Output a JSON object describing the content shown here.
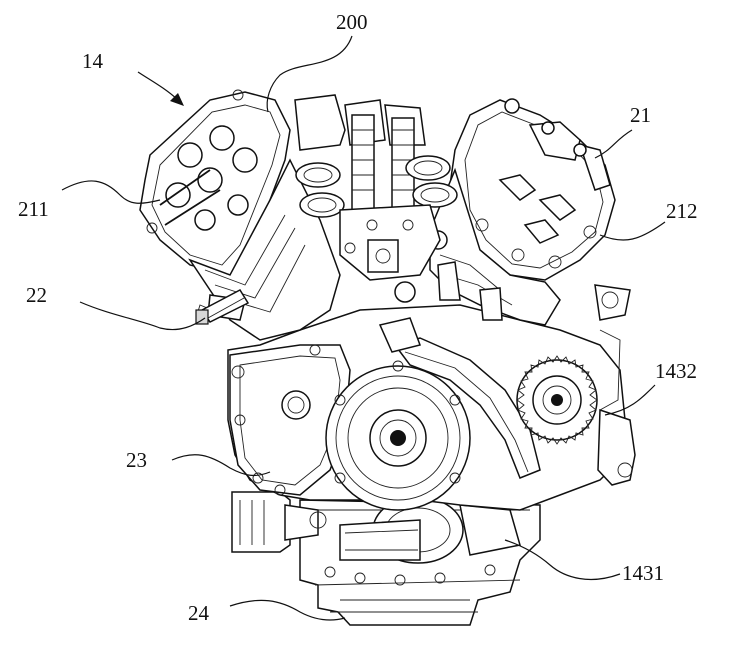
{
  "labels": [
    {
      "id": "14",
      "text": "14"
    },
    {
      "id": "200",
      "text": "200"
    },
    {
      "id": "21",
      "text": "21"
    },
    {
      "id": "211",
      "text": "211"
    },
    {
      "id": "212",
      "text": "212"
    },
    {
      "id": "22",
      "text": "22"
    },
    {
      "id": "1432",
      "text": "1432"
    },
    {
      "id": "23",
      "text": "23"
    },
    {
      "id": "1431",
      "text": "1431"
    },
    {
      "id": "24",
      "text": "24"
    }
  ]
}
